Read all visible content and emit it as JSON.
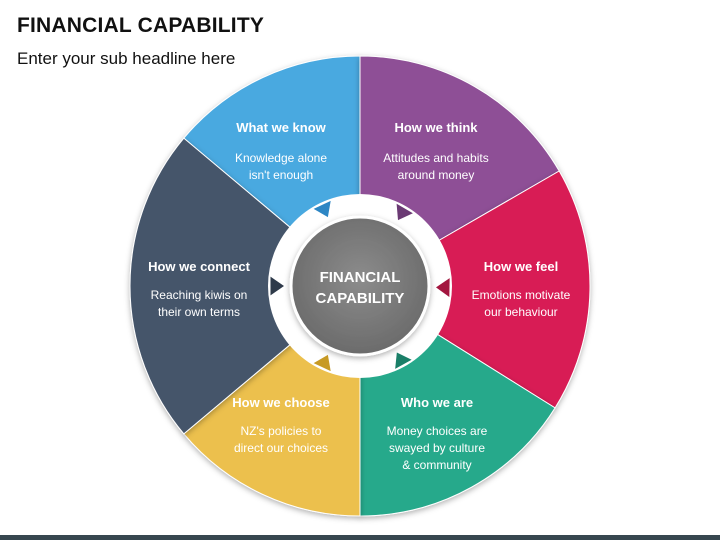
{
  "title": "FINANCIAL CAPABILITY",
  "subtitle": "Enter your sub headline here",
  "center": {
    "line1": "FINANCIAL",
    "line2": "CAPABILITY"
  },
  "segments": [
    {
      "title": "What we know",
      "desc1": "Knowledge alone",
      "desc2": "isn't enough",
      "desc3": "",
      "color": "#4aa9e0",
      "arrow_color": "#2d86c4"
    },
    {
      "title": "How we think",
      "desc1": "Attitudes and habits",
      "desc2": "around money",
      "desc3": "",
      "color": "#8e4f96",
      "arrow_color": "#6b3a74"
    },
    {
      "title": "How we feel",
      "desc1": "Emotions motivate",
      "desc2": "our behaviour",
      "desc3": "",
      "color": "#d81d55",
      "arrow_color": "#a3163f"
    },
    {
      "title": "Who we are",
      "desc1": "Money choices are",
      "desc2": "swayed by culture",
      "desc3": "& community",
      "color": "#26a98b",
      "arrow_color": "#1a7f68"
    },
    {
      "title": "How we choose",
      "desc1": "NZ's policies to",
      "desc2": "direct our choices",
      "desc3": "",
      "color": "#ecc04e",
      "arrow_color": "#c79a25"
    },
    {
      "title": "How we connect",
      "desc1": "Reaching kiwis on",
      "desc2": "their own terms",
      "desc3": "",
      "color": "#44546a",
      "arrow_color": "#2e3a4a"
    }
  ]
}
